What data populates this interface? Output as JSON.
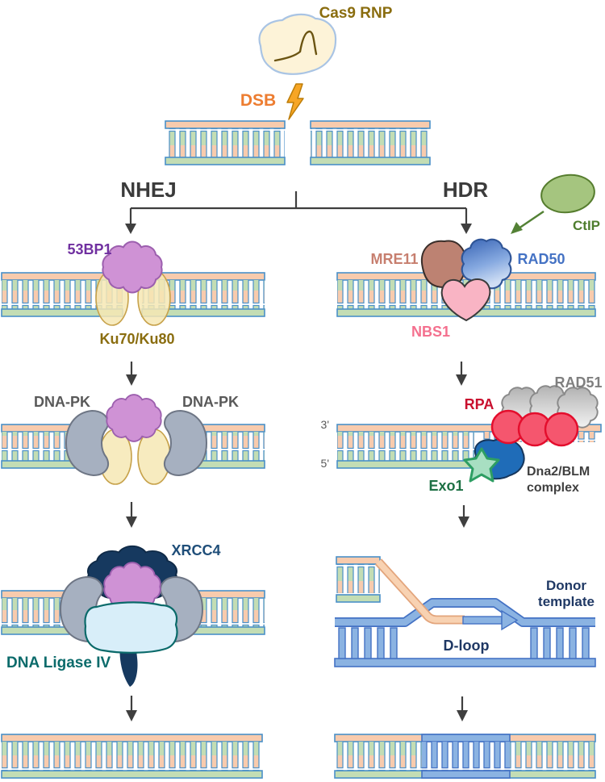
{
  "figure": {
    "top": {
      "cas9_label": "Cas9 RNP",
      "dsb_label": "DSB"
    },
    "branch": {
      "left_label": "NHEJ",
      "right_label": "HDR",
      "ctip_label": "CtIP"
    },
    "nhej": {
      "step1": {
        "p53bp1": "53BP1",
        "ku": "Ku70/Ku80"
      },
      "step2": {
        "dnapk_left": "DNA-PK",
        "dnapk_right": "DNA-PK"
      },
      "step3": {
        "xrcc4": "XRCC4",
        "ligase": "DNA Ligase IV"
      }
    },
    "hdr": {
      "step1": {
        "mre11": "MRE11",
        "rad50": "RAD50",
        "nbs1": "NBS1"
      },
      "step2": {
        "three_prime": "3'",
        "five_prime": "5'",
        "rpa": "RPA",
        "rad51": "RAD51",
        "exo1": "Exo1",
        "dna2_line1": "Dna2/BLM",
        "dna2_line2": "complex"
      },
      "step3": {
        "donor_line1": "Donor",
        "donor_line2": "template",
        "dloop": "D-loop"
      }
    },
    "colors": {
      "cas9_text": "#8a6d0f",
      "dsb_text": "#ed7d31",
      "branch_text": "#3b3b3b",
      "ctip_text": "#4e7d2e",
      "p53bp1_text": "#7030a0",
      "ku_text": "#8a6d0f",
      "dnapk_text": "#595959",
      "xrcc4_text": "#1f4e79",
      "ligase_text": "#0b6b6b",
      "mre11_text": "#c77f6f",
      "rad50_text": "#4472c4",
      "nbs1_text": "#f4708e",
      "rpa_text": "#c9102f",
      "rad51_text": "#7f7f7f",
      "exo1_text": "#1d7044",
      "dna2_text": "#404040",
      "strand_label_text": "#595959",
      "donor_text": "#1f3864",
      "dna_outline": "#4a90c8",
      "dna_top_strand": "#f8cbad",
      "dna_bottom_strand": "#c3ddb4",
      "donor_dna": "#8bb3e2"
    }
  }
}
